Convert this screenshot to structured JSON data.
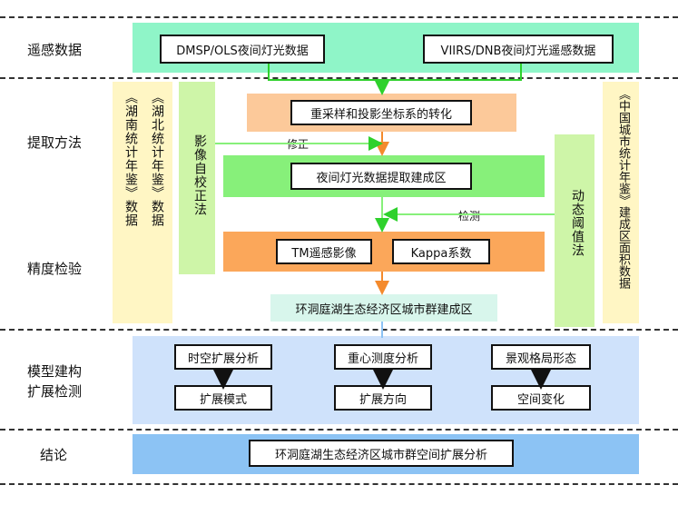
{
  "rows": {
    "remote_sensing_data": "遥感数据",
    "extraction_method": "提取方法",
    "accuracy_check": "精度检验",
    "model_line1": "模型建构",
    "model_line2": "扩展检测",
    "conclusion": "结论"
  },
  "top": {
    "dmsp": "DMSP/OLS夜间灯光数据",
    "viirs": "VIIRS/DNB夜间灯光遥感数据"
  },
  "sidebars": {
    "hunan": "《湖南统计年鉴》数据",
    "hubei": "《湖北统计年鉴》数据",
    "self_correction": "影像自校正法",
    "dynamic_threshold": "动态阈值法",
    "china_yearbook": "《中国城市统计年鉴》建成区面积数据"
  },
  "flow": {
    "resample": "重采样和投影坐标系的转化",
    "correction_label": "修正",
    "extract": "夜间灯光数据提取建成区",
    "check_label": "检测",
    "tm": "TM遥感影像",
    "kappa": "Kappa系数",
    "result_area": "环洞庭湖生态经济区城市群建成区"
  },
  "model": {
    "spatiotemporal": "时空扩展分析",
    "expansion_mode": "扩展模式",
    "gravity_center": "重心测度分析",
    "expansion_direction": "扩展方向",
    "landscape": "景观格局形态",
    "spatial_change": "空间变化"
  },
  "conclusion_box": "环洞庭湖生态经济区城市群空间扩展分析",
  "colors": {
    "mint": "#8ff5c8",
    "peach": "#fcc99a",
    "green_light": "#bdf3a4",
    "green_bright": "#87f07a",
    "orange": "#fba75a",
    "mint_pale": "#d8f6ec",
    "cream": "#fff6c4",
    "light_green_col": "#cef5a8",
    "blue_light": "#cfe2fb",
    "blue": "#8cc3f4",
    "arrow_green": "#2ed12c",
    "arrow_orange": "#f48a2c"
  }
}
